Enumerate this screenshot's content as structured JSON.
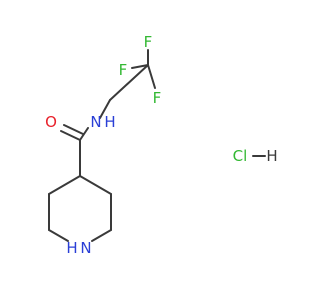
{
  "molecule": {
    "atoms": {
      "F_top": "F",
      "F_left": "F",
      "F_right": "F",
      "O": "O",
      "N_amide": "N",
      "H_amide": "H",
      "N_ring": "N",
      "H_ring": "H"
    },
    "salt": {
      "Cl": "Cl",
      "H": "H"
    }
  }
}
